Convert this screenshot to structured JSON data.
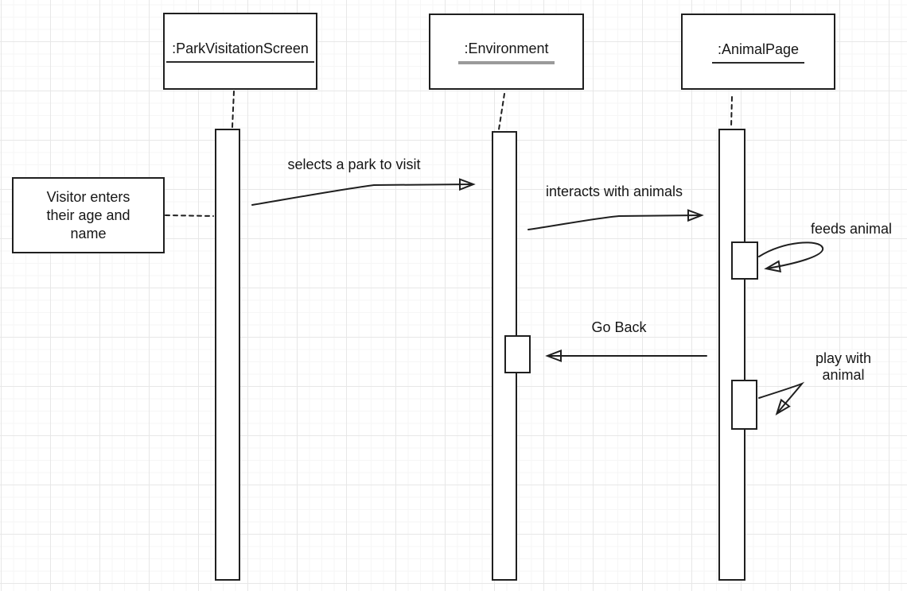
{
  "lifelines": [
    {
      "label": ":ParkVisitationScreen"
    },
    {
      "label": ":Environment"
    },
    {
      "label": ":AnimalPage"
    }
  ],
  "note": {
    "text": "Visitor enters their age and name"
  },
  "messages": {
    "selects_park": {
      "label": "selects a park to visit",
      "from": ":ParkVisitationScreen",
      "to": ":Environment"
    },
    "interacts": {
      "label": "interacts with animals",
      "from": ":Environment",
      "to": ":AnimalPage"
    },
    "feeds": {
      "label": "feeds animal",
      "from": ":AnimalPage",
      "to": ":AnimalPage",
      "type": "self-message"
    },
    "go_back": {
      "label": "Go Back",
      "from": ":AnimalPage",
      "to": ":Environment"
    },
    "play": {
      "label": "play with animal",
      "from": ":AnimalPage",
      "to": ":AnimalPage",
      "type": "self-message"
    }
  },
  "colors": {
    "line": "#1f1f1f",
    "background": "#ffffff",
    "grid_minor": "#f6f6f6",
    "grid_major": "#e7e7e7",
    "environment_underline": "#9a9a9a"
  }
}
